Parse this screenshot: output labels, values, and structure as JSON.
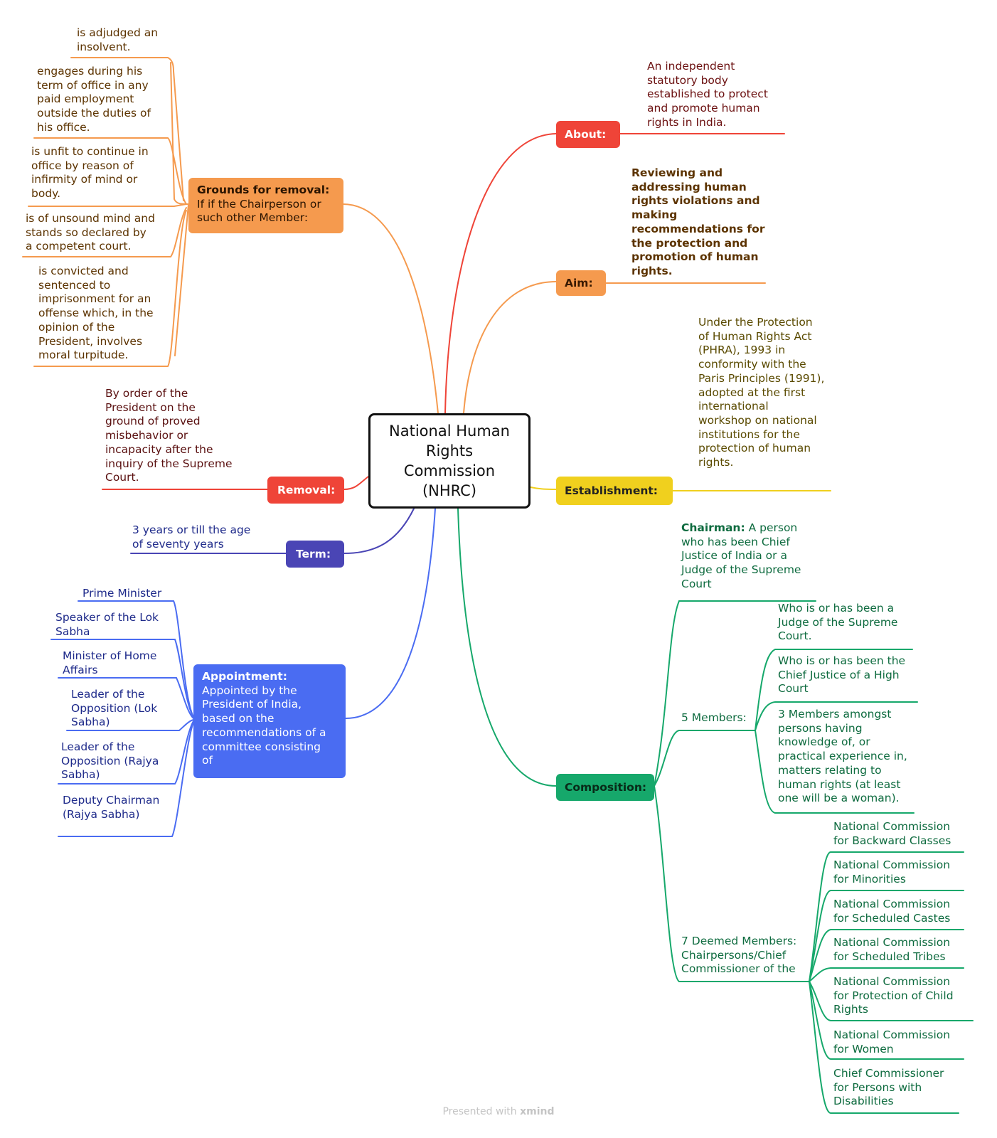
{
  "central": "National Human\nRights\nCommission\n(NHRC)",
  "colors": {
    "red": "#ef4438",
    "orange": "#f59a4e",
    "yellow": "#f0d01e",
    "green": "#16a86b",
    "indigo": "#4a45b5",
    "blue": "#4a6cf2",
    "text_red": "#6b1010",
    "text_brown": "#5c3300",
    "text_olive": "#5a4a00",
    "text_green": "#0e6b3f",
    "text_navy": "#1e2a8a",
    "text_darkred": "#5a1010"
  },
  "branches": {
    "about": {
      "label": "About:",
      "text": "An independent\nstatutory body\nestablished to protect\nand promote human\nrights in India."
    },
    "aim": {
      "label": "Aim:",
      "text": "Reviewing and\naddressing human\nrights violations and\nmaking\nrecommendations for\nthe protection and\npromotion of human\nrights."
    },
    "establishment": {
      "label": "Establishment:",
      "text": "Under the Protection\nof Human Rights Act\n(PHRA), 1993 in\nconformity with the\nParis Principles (1991),\nadopted at the first\ninternational\nworkshop on national\ninstitutions for the\nprotection of human\nrights."
    },
    "composition": {
      "label": "Composition:",
      "chairman_bold": "Chairman:",
      "chairman_text": " A person\nwho has been Chief\nJustice of India or a\nJudge of the Supreme\nCourt",
      "members_label": "5 Members:",
      "members": [
        "Who is or has been a\nJudge of the Supreme\nCourt.",
        "Who is or has been the\nChief Justice of a High\nCourt",
        "3 Members amongst\npersons having\nknowledge of, or\npractical experience in,\nmatters relating to\nhuman rights (at least\none will be a woman)."
      ],
      "deemed_label": "7 Deemed Members:\nChairpersons/Chief\nCommissioner of the",
      "deemed": [
        "National Commission\nfor Backward Classes",
        "National Commission\nfor Minorities",
        "National Commission\nfor Scheduled Castes",
        "National Commission\nfor Scheduled Tribes",
        "National Commission\nfor Protection of Child\nRights",
        "National Commission\nfor Women",
        "Chief Commissioner\nfor Persons with\nDisabilities"
      ]
    },
    "grounds": {
      "label_bold": "Grounds for removal:",
      "label_text": "If if the Chairperson or\nsuch other Member:",
      "items": [
        "is adjudged an\ninsolvent.",
        "engages during his\nterm of office in any\npaid employment\noutside the duties of\nhis office.",
        "is unfit to continue in\noffice by reason of\ninfirmity of mind or\nbody.",
        "is of unsound mind and\nstands so declared by\na competent court.",
        "is convicted and\nsentenced to\nimprisonment for an\noffense which, in the\nopinion of the\nPresident, involves\nmoral turpitude."
      ]
    },
    "removal": {
      "label": "Removal:",
      "text": "By order of the\nPresident on the\nground of proved\nmisbehavior or\nincapacity after the\ninquiry of the Supreme\nCourt."
    },
    "term": {
      "label": "Term:",
      "text": "3 years or till the age\nof seventy years"
    },
    "appointment": {
      "label_bold": "Appointment:",
      "label_text": "Appointed by the\nPresident of India,\nbased on the\nrecommendations of a\ncommittee consisting\nof",
      "items": [
        "Prime Minister",
        "Speaker of the Lok\nSabha",
        "Minister of Home\nAffairs",
        "Leader of the\nOpposition (Lok\nSabha)",
        "Leader of the\nOpposition (Rajya\nSabha)",
        "Deputy Chairman\n(Rajya Sabha)"
      ]
    }
  },
  "footer": {
    "prefix": "Presented with ",
    "brand": "xmind"
  }
}
